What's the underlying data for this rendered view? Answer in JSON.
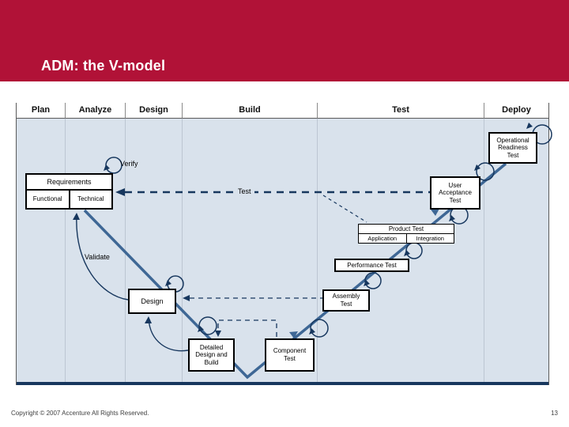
{
  "slide": {
    "title": "ADM: the V-model",
    "footer": "Copyright © 2007 Accenture All Rights Reserved.",
    "page_number": "13"
  },
  "table": {
    "columns": [
      {
        "label": "Plan"
      },
      {
        "label": "Analyze"
      },
      {
        "label": "Design"
      },
      {
        "label": "Build"
      },
      {
        "label": "Test"
      },
      {
        "label": "Deploy"
      }
    ]
  },
  "diagram": {
    "boxes": {
      "requirements": {
        "title": "Requirements",
        "left": "Functional",
        "right": "Technical"
      },
      "design": {
        "label": "Design"
      },
      "detailed_design_build": {
        "label": "Detailed\nDesign and\nBuild"
      },
      "component_test": {
        "label": "Component\nTest"
      },
      "assembly_test": {
        "label": "Assembly\nTest"
      },
      "performance_test": {
        "label": "Performance Test"
      },
      "product_test": {
        "title": "Product Test",
        "left": "Application",
        "right": "Integration"
      },
      "user_acceptance_test": {
        "label": "User\nAcceptance\nTest"
      },
      "operational_readiness_test": {
        "label": "Operational\nReadiness\nTest"
      }
    },
    "edge_labels": {
      "verify": "Verify",
      "validate": "Validate",
      "test": "Test"
    }
  },
  "colors": {
    "header_band": "#B11237",
    "column_bg": "#D9E2EC",
    "v_line": "#3E6795",
    "arrow_navy": "#17375E"
  }
}
